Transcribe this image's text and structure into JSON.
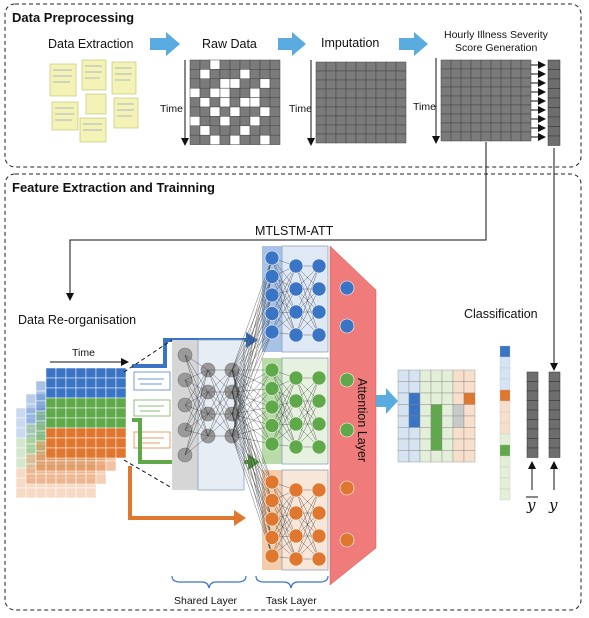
{
  "sections": {
    "preprocessing": "Data Preprocessing",
    "feature": "Feature Extraction and Trainning"
  },
  "pipeline": {
    "extraction": "Data Extraction",
    "raw": "Raw Data",
    "imputation": "Imputation",
    "severity_line1": "Hourly Illness Severity",
    "severity_line2": "Score  Generation"
  },
  "axis": {
    "time": "Time"
  },
  "model": {
    "name": "MTLSTM-ATT",
    "reorg": "Data Re-organisation",
    "classification": "Classification",
    "attention": "Attention Layer",
    "shared": "Shared Layer",
    "task": "Task Layer",
    "y_hat": "y",
    "y": "y"
  },
  "colors": {
    "blue": "#3a74c4",
    "green": "#5fa94a",
    "orange": "#e0772f",
    "attention": "#ef7b7b",
    "arrow": "#5aabdf",
    "gray_node": "#9a9a9a"
  }
}
